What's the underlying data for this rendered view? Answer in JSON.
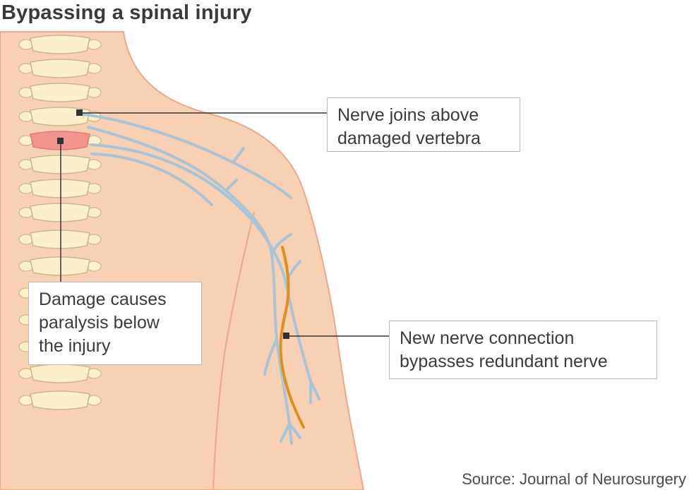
{
  "title": "Bypassing a spinal injury",
  "callouts": {
    "nerve_joins": [
      "Nerve joins above",
      "damaged vertebra"
    ],
    "damage": [
      "Damage causes",
      "paralysis below",
      "the injury"
    ],
    "new_connection": [
      "New nerve connection",
      "bypasses redundant nerve"
    ]
  },
  "source": "Source: Journal of Neurosurgery",
  "colors": {
    "skin": "#f8d0b3",
    "skin_outline": "#e9a98a",
    "vertebra": "#fbf0c9",
    "vertebra_outline": "#c9b88a",
    "damaged_vertebra": "#f2948f",
    "nerve": "#a8c4d8",
    "new_nerve": "#f0a020",
    "leader": "#333333"
  }
}
